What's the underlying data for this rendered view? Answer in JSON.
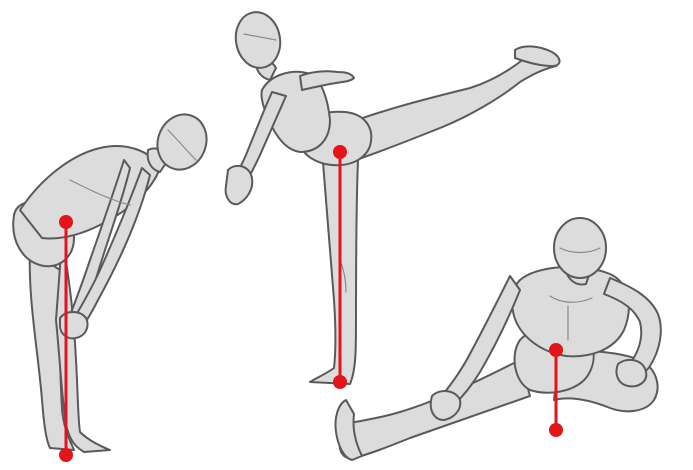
{
  "colors": {
    "background": "#ffffff",
    "figure_fill": "#dcdcdc",
    "figure_outline": "#5a5a5a",
    "balance_marker": "#e4141b"
  },
  "figures": [
    {
      "pose": "bending-forward-hands-on-knees"
    },
    {
      "pose": "arabesque-leg-kick"
    },
    {
      "pose": "seated-side-stretch"
    }
  ]
}
